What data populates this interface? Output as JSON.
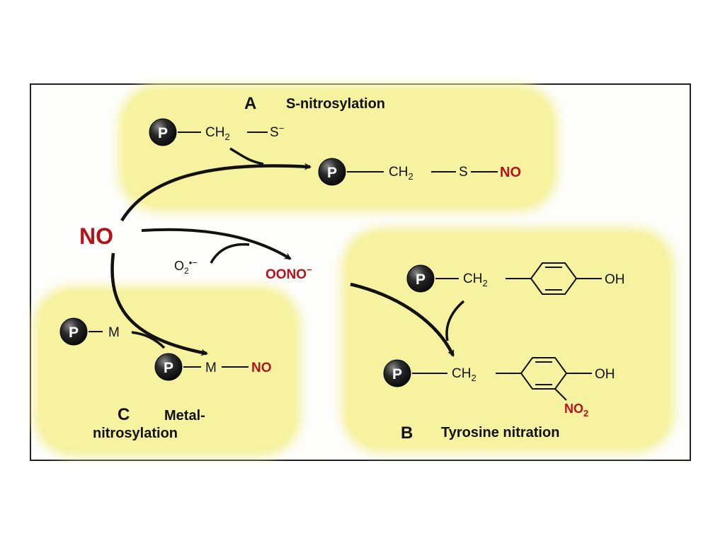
{
  "colors": {
    "panel": "#f6f2a0",
    "accent": "#b5121b",
    "ink": "#111111",
    "protein_ball": "#1c1c1c"
  },
  "nitric_oxide": "NO",
  "superoxide": {
    "base": "O",
    "subscript": "2",
    "charge": "•−"
  },
  "peroxynitrite": {
    "text": "OONO",
    "charge": "−"
  },
  "protein_symbol": "P",
  "panel_a": {
    "letter": "A",
    "title": "S-nitrosylation",
    "substrate": {
      "ch": "CH",
      "sub": "2",
      "s": "S",
      "charge": "−"
    },
    "product": {
      "ch": "CH",
      "sub": "2",
      "s": "S",
      "no": "NO"
    }
  },
  "panel_b": {
    "letter": "B",
    "title": "Tyrosine nitration",
    "substrate": {
      "ch": "CH",
      "sub": "2",
      "oh": "OH"
    },
    "product": {
      "ch": "CH",
      "sub": "2",
      "oh": "OH",
      "no2_base": "NO",
      "no2_sub": "2"
    }
  },
  "panel_c": {
    "letter": "C",
    "title_line1": "Metal-",
    "title_line2": "nitrosylation",
    "substrate": {
      "m": "M"
    },
    "product": {
      "m": "M",
      "no": "NO"
    }
  }
}
